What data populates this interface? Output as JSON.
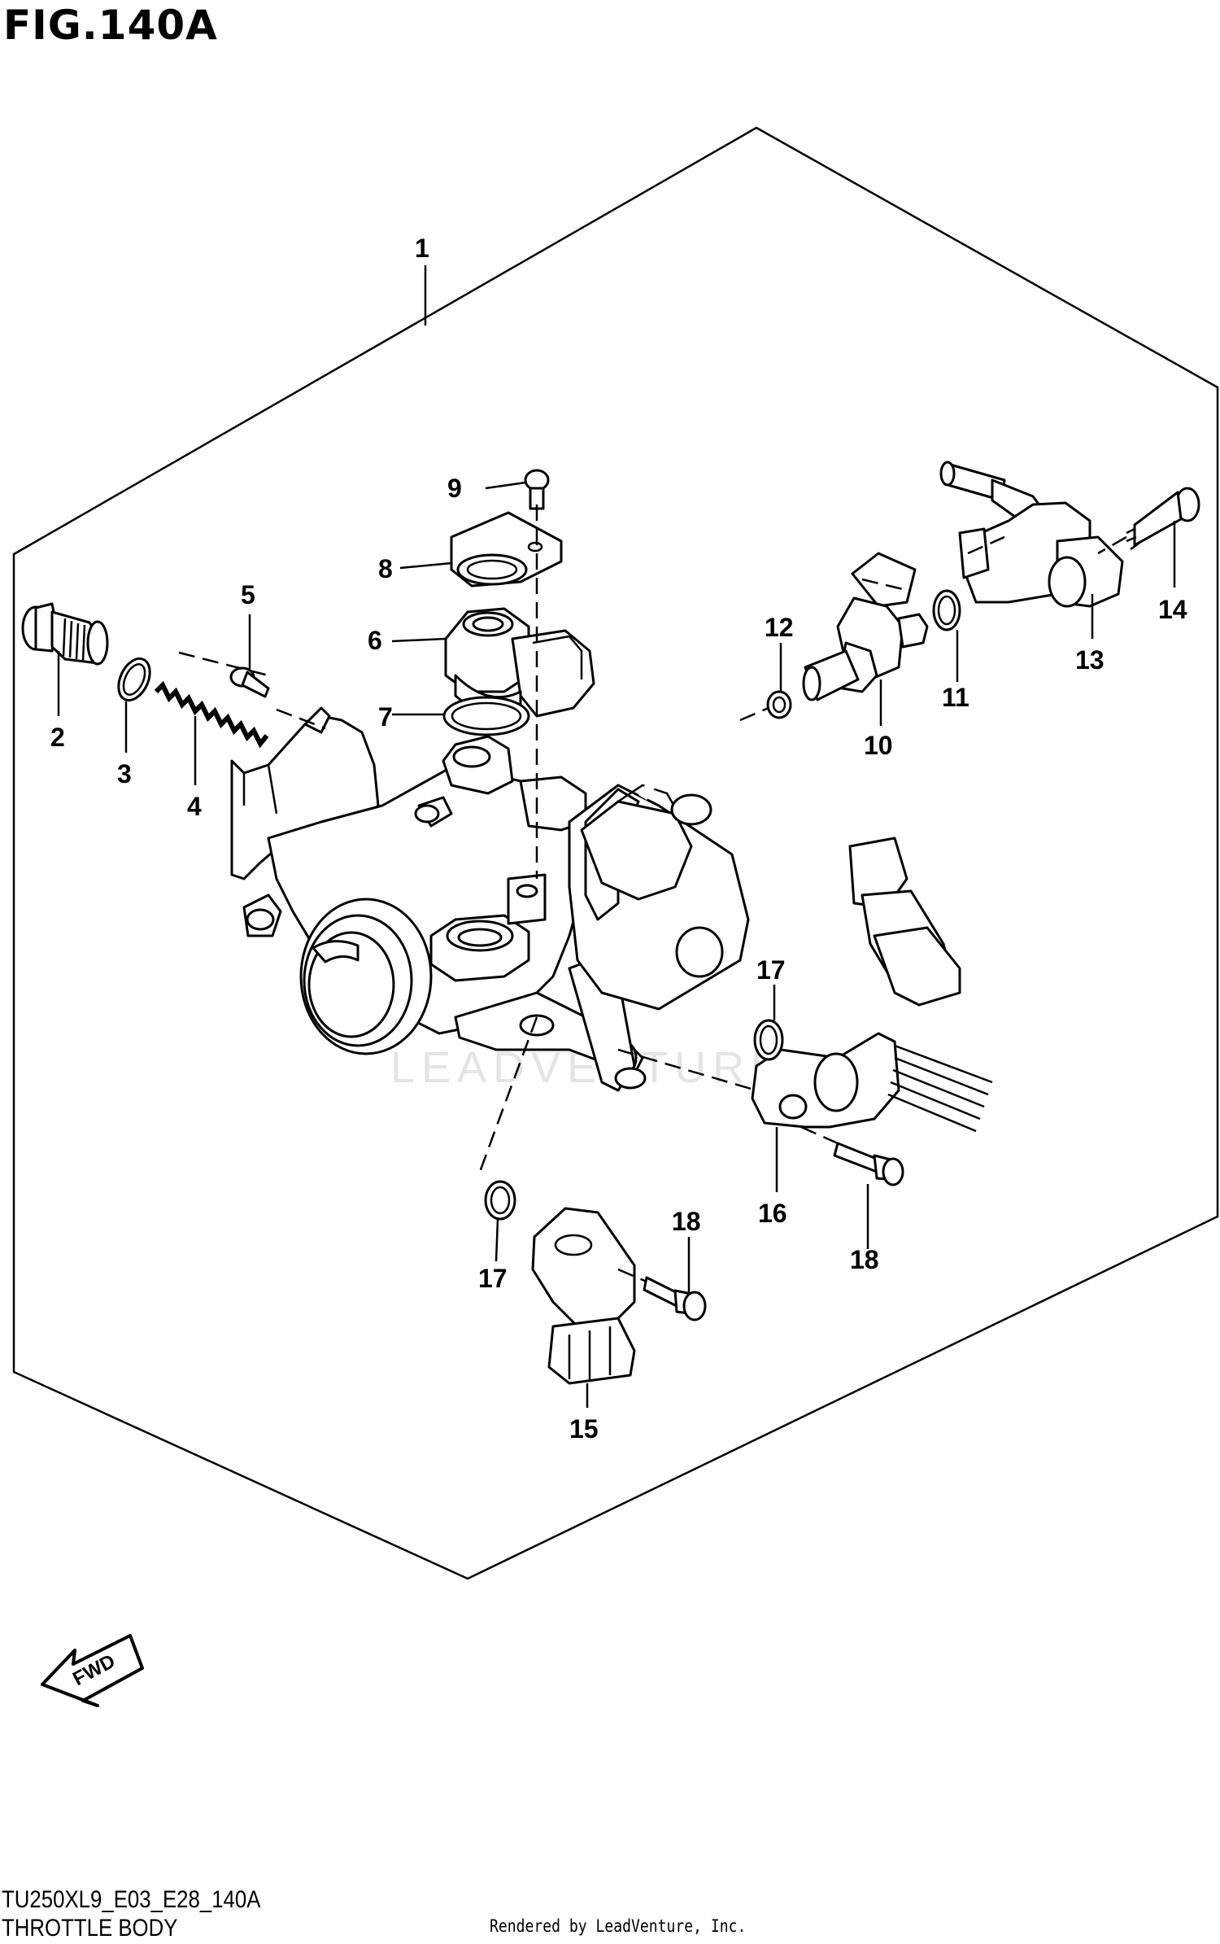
{
  "figure": {
    "title": "FIG.140A",
    "diagram_code": "TU250XL9_E03_E28_140A",
    "section_name": "THROTTLE BODY",
    "credit": "Rendered by LeadVenture, Inc.",
    "direction_label": "FWD"
  },
  "callouts": [
    "1",
    "2",
    "3",
    "4",
    "5",
    "6",
    "7",
    "8",
    "9",
    "10",
    "11",
    "12",
    "13",
    "14",
    "15",
    "16",
    "17",
    "17",
    "18",
    "18"
  ],
  "watermark": "LEADVENTURE"
}
